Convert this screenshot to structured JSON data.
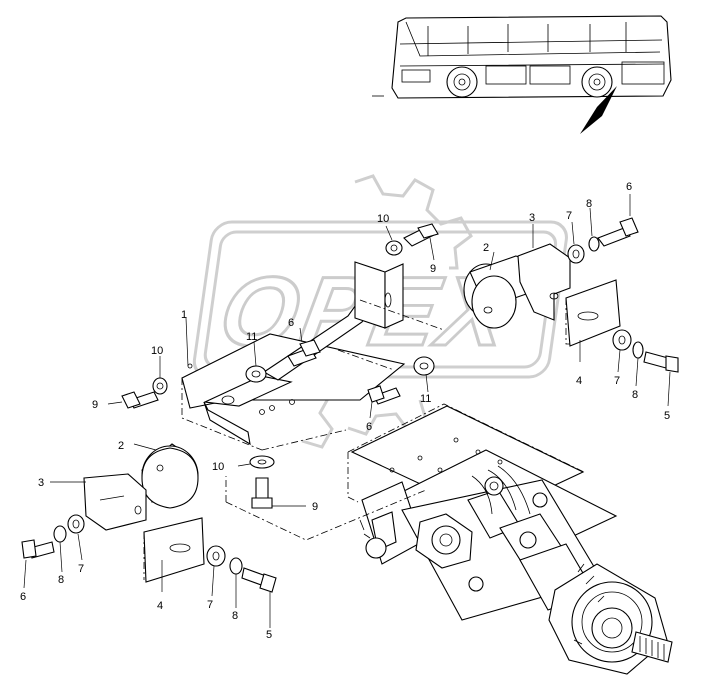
{
  "watermark": {
    "text": "OPEX"
  },
  "callouts": {
    "c1": "1",
    "c2a": "2",
    "c2b": "2",
    "c3a": "3",
    "c3b": "3",
    "c4a": "4",
    "c4b": "4",
    "c5a": "5",
    "c5b": "5",
    "c6a": "6",
    "c6b": "6",
    "c6c": "6",
    "c6d": "6",
    "c7a": "7",
    "c7b": "7",
    "c7c": "7",
    "c7d": "7",
    "c8a": "8",
    "c8b": "8",
    "c8c": "8",
    "c8d": "8",
    "c9a": "9",
    "c9b": "9",
    "c9c": "9",
    "c10a": "10",
    "c10b": "10",
    "c10c": "10",
    "c11a": "11",
    "c11b": "11"
  }
}
